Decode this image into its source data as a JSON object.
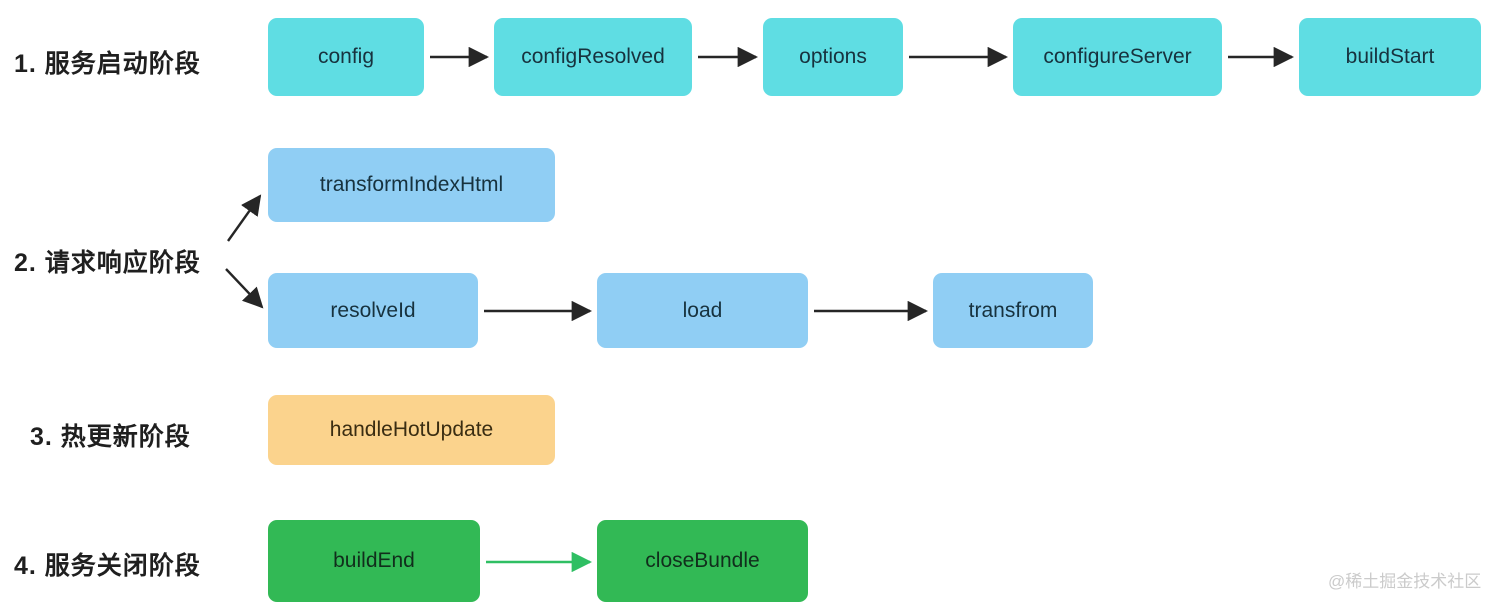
{
  "phases": [
    {
      "label": "1. 服务启动阶段",
      "nodes": [
        "config",
        "configResolved",
        "options",
        "configureServer",
        "buildStart"
      ],
      "box_color": "#5fdde3"
    },
    {
      "label": "2. 请求响应阶段",
      "nodes": [
        "transformIndexHtml",
        "resolveId",
        "load",
        "transfrom"
      ],
      "box_color": "#90cef4"
    },
    {
      "label": "3. 热更新阶段",
      "nodes": [
        "handleHotUpdate"
      ],
      "box_color": "#fbd38d"
    },
    {
      "label": "4. 服务关闭阶段",
      "nodes": [
        "buildEnd",
        "closeBundle"
      ],
      "box_color": "#32b955"
    }
  ],
  "watermark": "@稀土掘金技术社区",
  "colors": {
    "background": "#ffffff",
    "phase1_box": "#5fdde3",
    "phase2_box": "#90cef4",
    "phase3_box": "#fbd38d",
    "phase4_box": "#32b955",
    "arrow_black": "#262626",
    "arrow_green": "#2fbf63",
    "label_text": "#1f1f1f",
    "watermark_text": "#cbcbcb"
  }
}
